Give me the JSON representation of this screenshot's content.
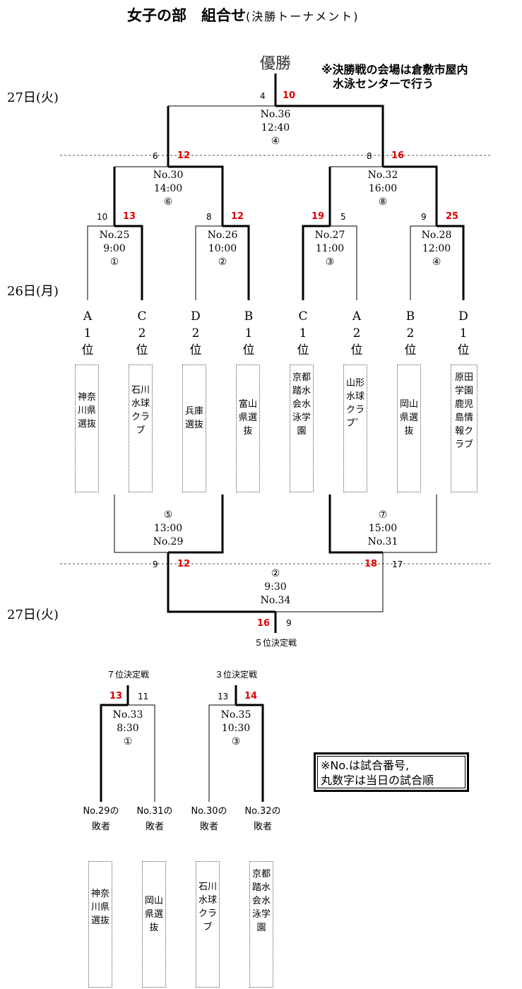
{
  "title": "女子の部　組合せ",
  "subtitle": "(決勝トーナメント)",
  "champion_label": "優勝",
  "final_venue_note": "※決勝戦の会場は倉敷市屋内\n　水泳センターで行う",
  "days": {
    "day27": "27日(火)",
    "day26": "26日(月)"
  },
  "seeds": [
    {
      "group": "A",
      "rank": "1",
      "suffix": "位"
    },
    {
      "group": "C",
      "rank": "2",
      "suffix": "位"
    },
    {
      "group": "D",
      "rank": "2",
      "suffix": "位"
    },
    {
      "group": "B",
      "rank": "1",
      "suffix": "位"
    },
    {
      "group": "C",
      "rank": "1",
      "suffix": "位"
    },
    {
      "group": "A",
      "rank": "2",
      "suffix": "位"
    },
    {
      "group": "B",
      "rank": "2",
      "suffix": "位"
    },
    {
      "group": "D",
      "rank": "1",
      "suffix": "位"
    }
  ],
  "teams": [
    "神奈川県選抜",
    "石川水球クラブ",
    "兵庫選抜",
    "富山県選抜",
    "京都踏水会水泳学園",
    "山形水球クラブ゛",
    "岡山県選抜",
    "原田学園鹿児島情報クラブ"
  ],
  "matches": {
    "m25": {
      "label": "No.25\n9:00\n①",
      "left_score": "10",
      "right_score": "13"
    },
    "m26": {
      "label": "No.26\n10:00\n②",
      "left_score": "8",
      "right_score": "12"
    },
    "m27": {
      "label": "No.27\n11:00\n③",
      "left_score": "19",
      "right_score": "5"
    },
    "m28": {
      "label": "No.28\n12:00\n④",
      "left_score": "9",
      "right_score": "25"
    },
    "m30": {
      "label": "No.30\n14:00\n⑥",
      "left_score": "6",
      "right_score": "12"
    },
    "m32": {
      "label": "No.32\n16:00\n⑧",
      "left_score": "8",
      "right_score": "16"
    },
    "m36": {
      "label": "No.36\n12:40\n④",
      "left_score": "4",
      "right_score": "10"
    },
    "m29": {
      "label": "⑤\n13:00\nNo.29"
    },
    "m31": {
      "label": "⑦\n15:00\nNo.31"
    },
    "m34": {
      "label": "②\n9:30\nNo.34",
      "left_score": "9",
      "right_score": "12",
      "right2_score": "18",
      "far_right_score": "17",
      "bottom_left_score": "16",
      "bottom_right_score": "9",
      "caption": "５位決定戦"
    },
    "m33": {
      "label": "No.33\n8:30\n①",
      "left_score": "13",
      "right_score": "11",
      "caption": "７位決定戦"
    },
    "m35": {
      "label": "No.35\n10:30\n③",
      "left_score": "13",
      "right_score": "14",
      "caption": "３位決定戦"
    }
  },
  "losers": [
    {
      "label": "No.29の敗者",
      "team": "神奈川県選抜"
    },
    {
      "label": "No.31の敗者",
      "team": "岡山県選抜"
    },
    {
      "label": "No.30の敗者",
      "team": "石川水球クラブ"
    },
    {
      "label": "No.32の敗者",
      "team": "京都踏水会水泳学園"
    }
  ],
  "legend": "※No.は試合番号,\n丸数字は当日の試合順"
}
